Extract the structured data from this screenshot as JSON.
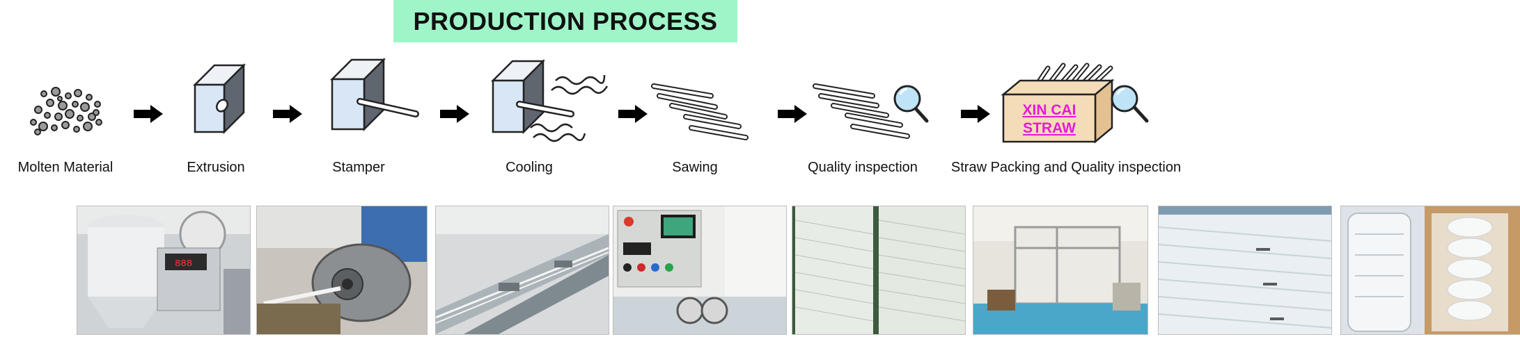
{
  "title": "PRODUCTION PROCESS",
  "colors": {
    "title_bg": "#9ff5c8",
    "brand_text": "#e61ad6",
    "box_face": "#f4dcb8",
    "panel_face": "#d8e6f5"
  },
  "steps": [
    {
      "label": "Molten Material",
      "icon": "pellets-icon"
    },
    {
      "label": "Extrusion",
      "icon": "extruder-die-icon"
    },
    {
      "label": "Stamper",
      "icon": "stamper-icon"
    },
    {
      "label": "Cooling",
      "icon": "cooling-icon"
    },
    {
      "label": "Sawing",
      "icon": "sawn-straws-icon"
    },
    {
      "label": "Quality inspection",
      "icon": "straws-inspection-icon"
    },
    {
      "label": "Straw Packing and Quality inspection",
      "icon": "packing-box-icon"
    }
  ],
  "box_label": {
    "line1": "XIN CAI",
    "line2": "STRAW"
  },
  "photos": [
    {
      "name": "photo-material-dryer"
    },
    {
      "name": "photo-extruder"
    },
    {
      "name": "photo-cooling-trough"
    },
    {
      "name": "photo-control-panel"
    },
    {
      "name": "photo-sawn-straws"
    },
    {
      "name": "photo-inspection-machine"
    },
    {
      "name": "photo-straw-bundles"
    },
    {
      "name": "photo-packing-box"
    }
  ]
}
